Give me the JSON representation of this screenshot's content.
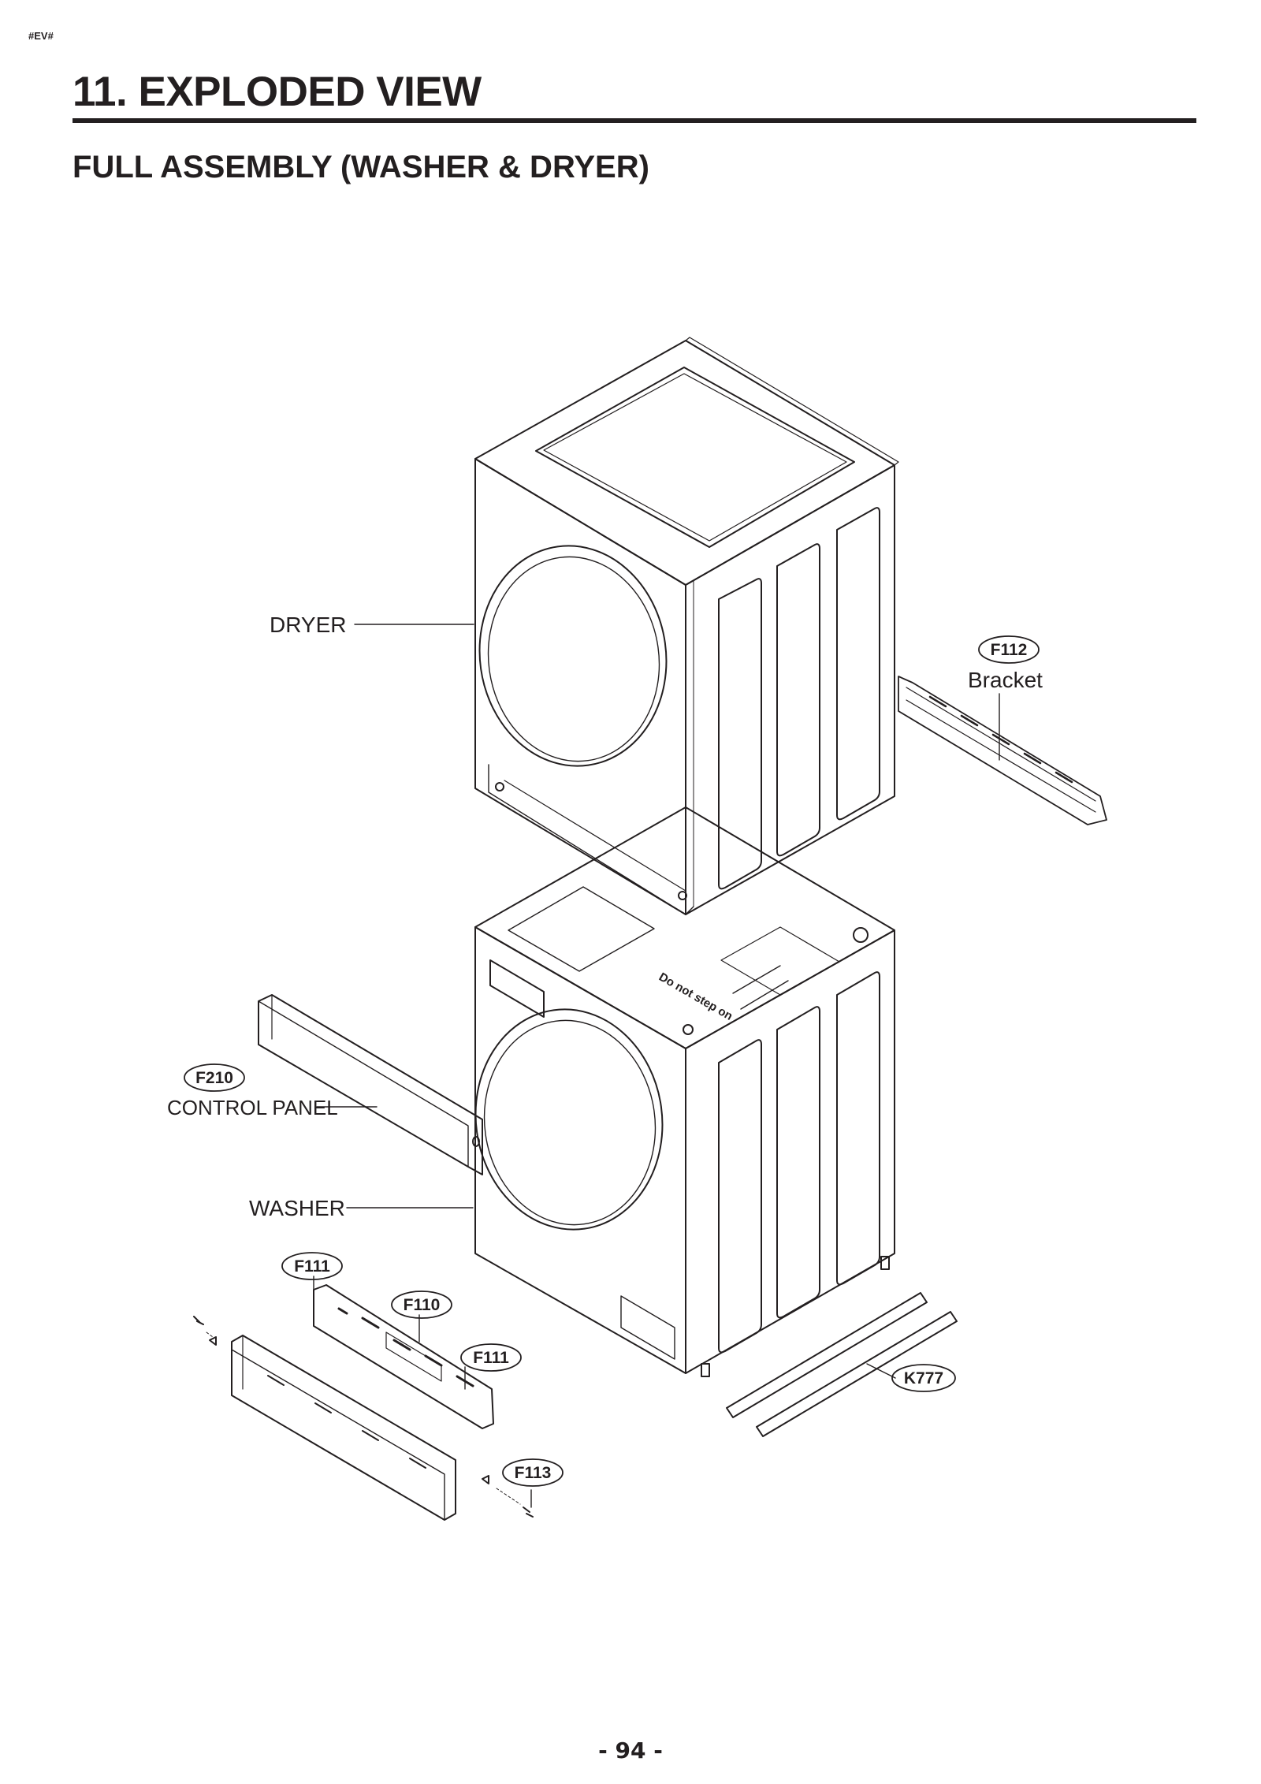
{
  "header": {
    "tag": "#EV#",
    "title": "11. EXPLODED VIEW",
    "subtitle": "FULL ASSEMBLY (WASHER & DRYER)"
  },
  "labels": {
    "dryer": "DRYER",
    "washer": "WASHER",
    "control_panel": "CONTROL PANEL",
    "bracket": "Bracket"
  },
  "callouts": {
    "f112": "F112",
    "f210": "F210",
    "f111_a": "F111",
    "f110": "F110",
    "f111_b": "F111",
    "f113": "F113",
    "k777": "K777"
  },
  "washer_top_text": "Do not step on",
  "footer": {
    "page": "- 94 -"
  }
}
